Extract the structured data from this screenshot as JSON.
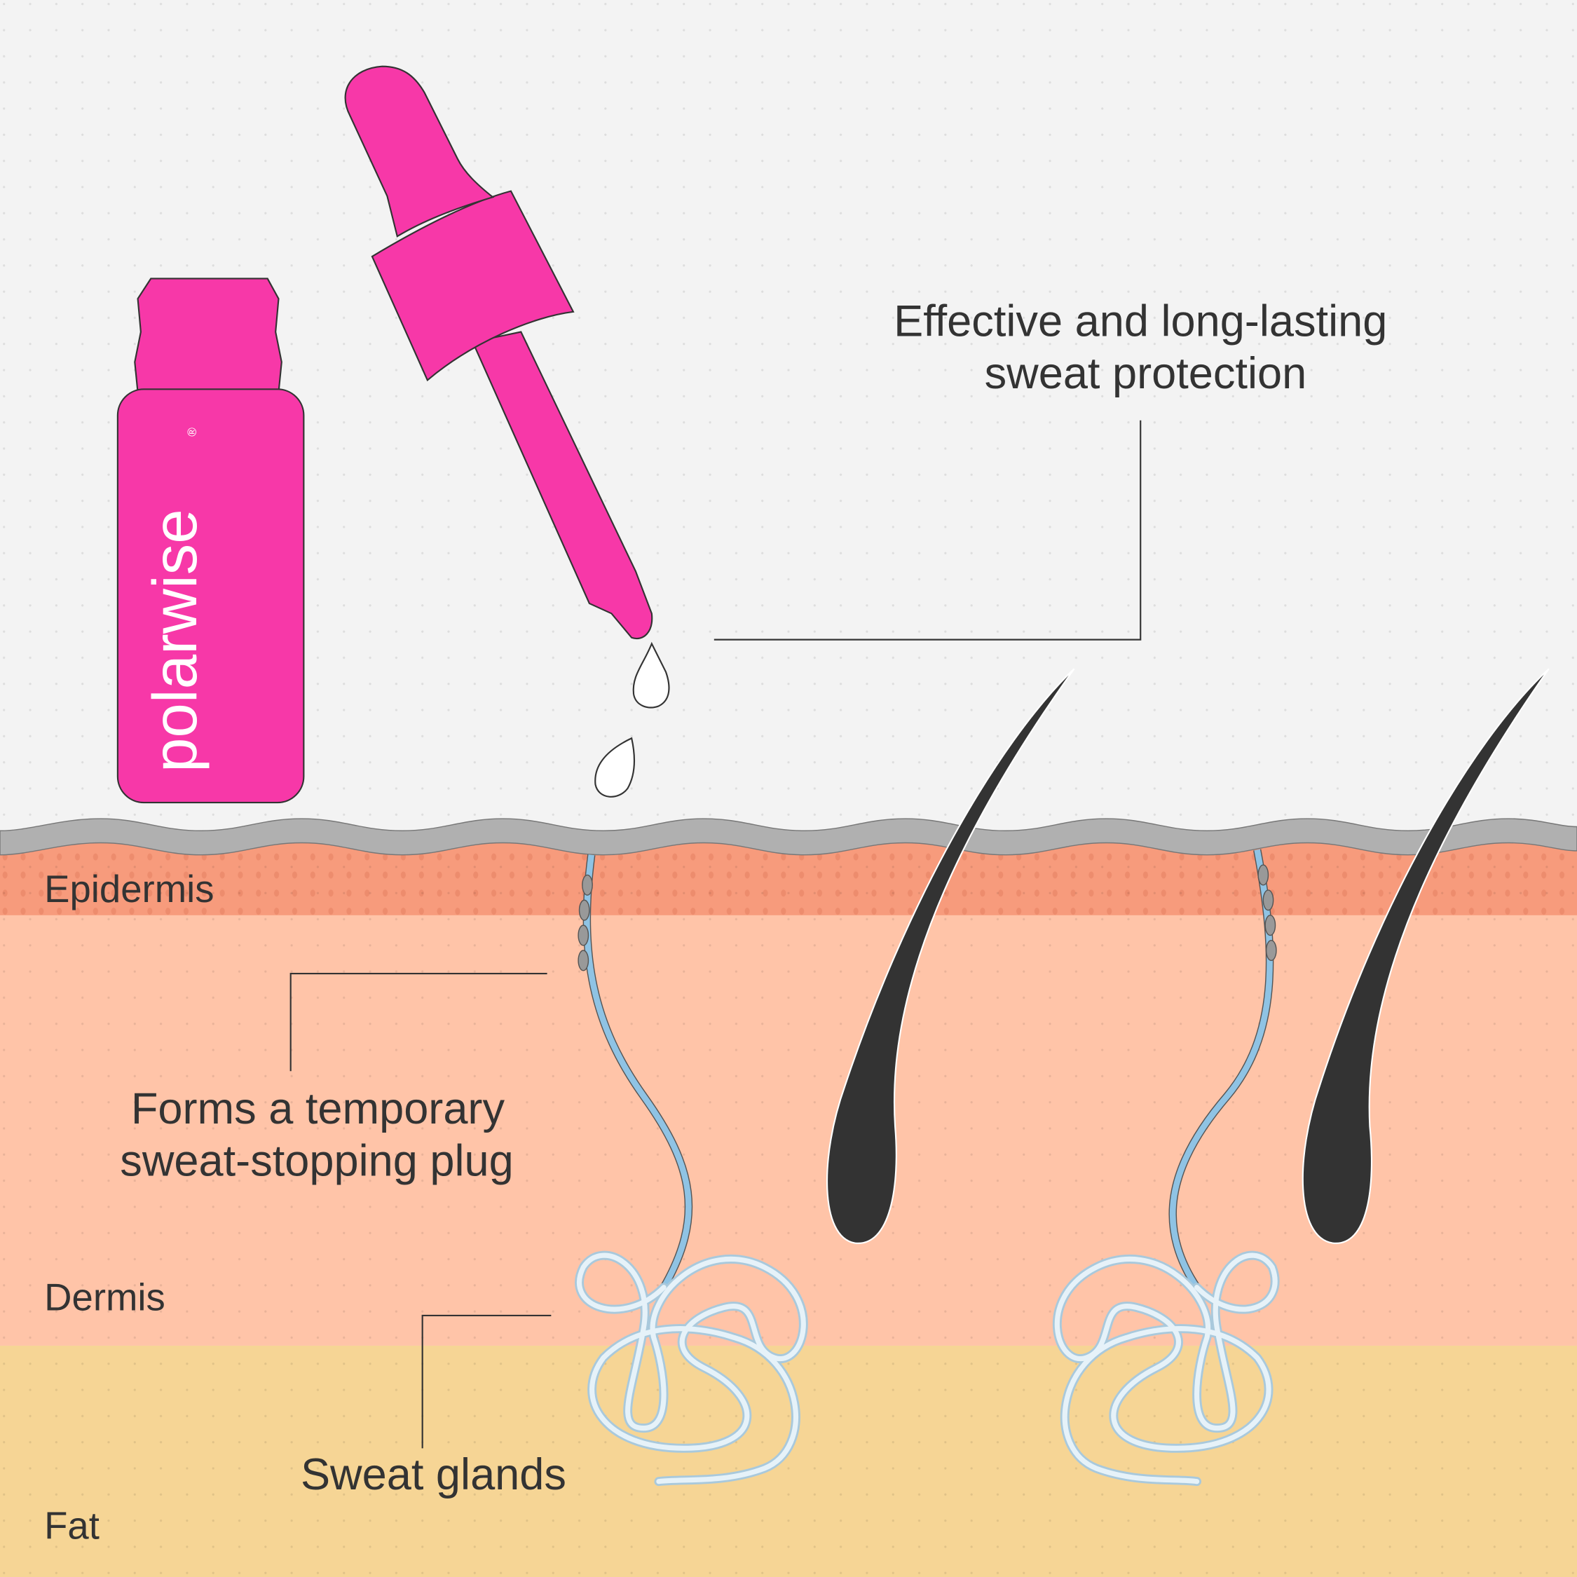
{
  "colors": {
    "background": "#f3f3f3",
    "stratum": "#b0b0b0",
    "epidermis": "#f79b7c",
    "dermis": "#ffc4a8",
    "fat": "#f6d595",
    "product": "#f738a8",
    "hair": "#333333",
    "duct": "#8fc3e4",
    "text": "#333333"
  },
  "brand": {
    "logo_text": "polarwise",
    "registered_mark": "®"
  },
  "callouts": {
    "protection": {
      "line1": "Effective and long-lasting",
      "line2": "sweat protection"
    },
    "plug": {
      "line1": "Forms a temporary",
      "line2": "sweat-stopping plug"
    },
    "glands": {
      "label": "Sweat glands"
    }
  },
  "layers": {
    "epidermis": "Epidermis",
    "dermis": "Dermis",
    "fat": "Fat"
  }
}
